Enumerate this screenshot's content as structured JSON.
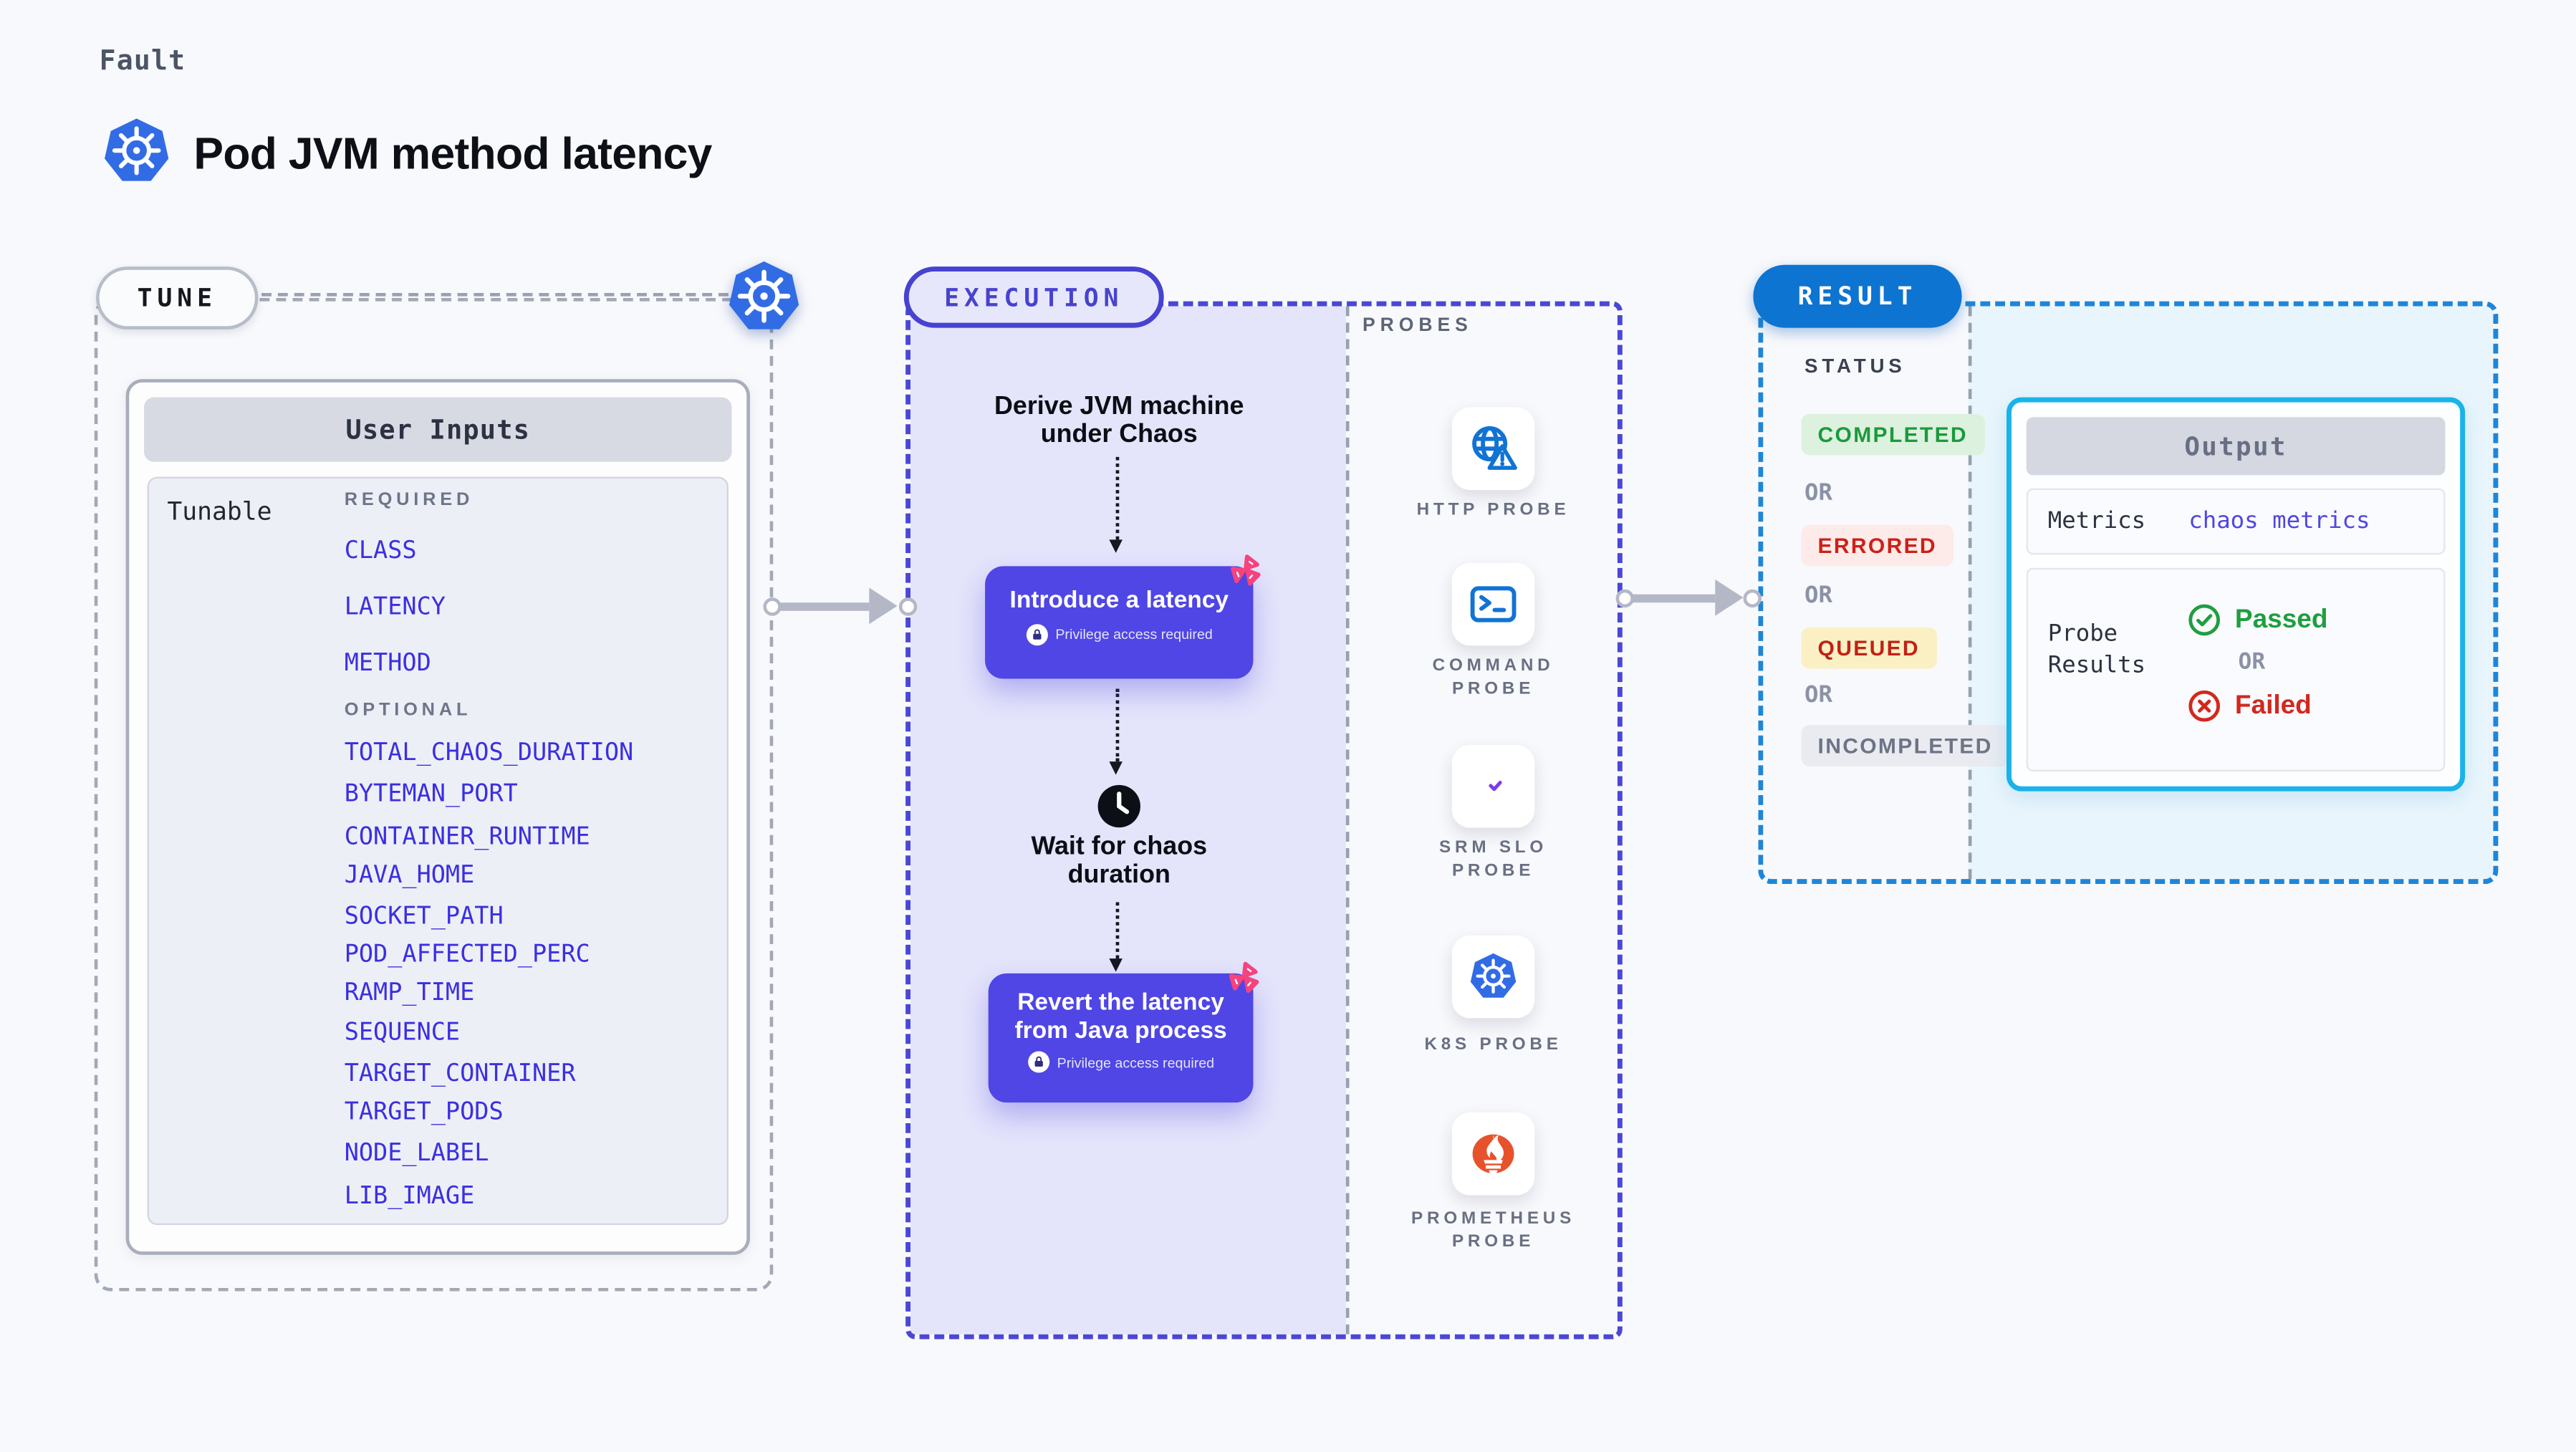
{
  "header": {
    "eyebrow": "Fault",
    "title": "Pod JVM method latency",
    "icon": "kubernetes-icon"
  },
  "tune": {
    "label": "TUNE",
    "table_title": "User Inputs",
    "row_label": "Tunable",
    "required_label": "REQUIRED",
    "optional_label": "OPTIONAL",
    "required": [
      "CLASS",
      "LATENCY",
      "METHOD"
    ],
    "optional": [
      "TOTAL_CHAOS_DURATION",
      "BYTEMAN_PORT",
      "CONTAINER_RUNTIME",
      "JAVA_HOME",
      "SOCKET_PATH",
      "POD_AFFECTED_PERC",
      "RAMP_TIME",
      "SEQUENCE",
      "TARGET_CONTAINER",
      "TARGET_PODS",
      "NODE_LABEL",
      "LIB_IMAGE"
    ],
    "param_color": "#3b2fe1"
  },
  "execution": {
    "label": "EXECUTION",
    "accent_color": "#4742d0",
    "panel_color": "#e4e4fb",
    "card_color": "#4f46e5",
    "steps": [
      {
        "type": "text",
        "text": "Derive JVM machine under Chaos"
      },
      {
        "type": "card",
        "title": "Introduce a latency",
        "badge": "Privilege access required",
        "icon": "litmus-chaos-icon"
      },
      {
        "type": "text",
        "text": "Wait for chaos duration",
        "icon": "clock-icon"
      },
      {
        "type": "card",
        "title": "Revert the latency from Java process",
        "badge": "Privilege access required",
        "icon": "litmus-chaos-icon"
      }
    ]
  },
  "probes": {
    "label": "PROBES",
    "items": [
      {
        "name": "HTTP PROBE",
        "icon": "globe-alert-icon"
      },
      {
        "name": "COMMAND PROBE",
        "icon": "terminal-icon"
      },
      {
        "name": "SRM SLO PROBE",
        "icon": "slo-donut-check-icon"
      },
      {
        "name": "K8S PROBE",
        "icon": "kubernetes-icon"
      },
      {
        "name": "PROMETHEUS PROBE",
        "icon": "prometheus-icon"
      }
    ]
  },
  "result": {
    "label": "RESULT",
    "accent_color": "#0d74d1",
    "output_border_color": "#19b3e9",
    "status_label": "STATUS",
    "or_label": "OR",
    "statuses": [
      {
        "label": "COMPLETED",
        "bg": "#ddf2de",
        "color": "#1b9a3c"
      },
      {
        "label": "ERRORED",
        "bg": "#fcebe9",
        "color": "#cd2017"
      },
      {
        "label": "QUEUED",
        "bg": "#faf0c4",
        "color": "#c22115"
      },
      {
        "label": "INCOMPLETED",
        "bg": "#e9ebf1",
        "color": "#6d7486"
      }
    ],
    "output": {
      "title": "Output",
      "metrics_label": "Metrics",
      "metrics_value": "chaos metrics",
      "probe_results_label": "Probe Results",
      "passed": "Passed",
      "failed": "Failed",
      "or": "OR"
    }
  }
}
